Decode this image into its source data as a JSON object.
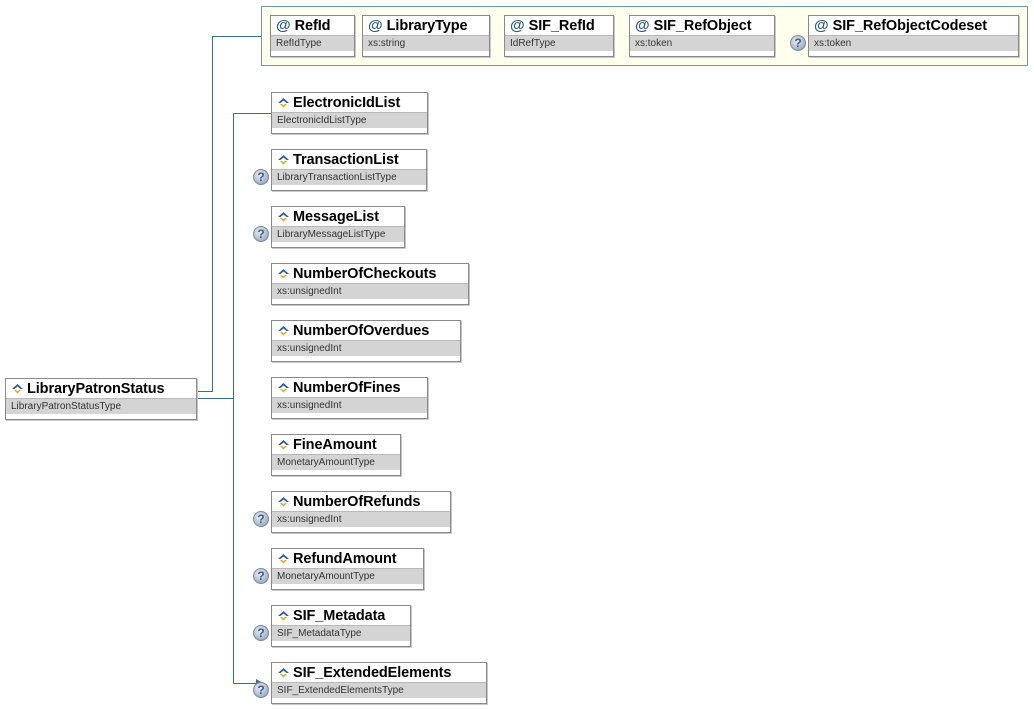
{
  "root": {
    "name": "LibraryPatronStatus",
    "type": "LibraryPatronStatusType"
  },
  "attributes": [
    {
      "name": "RefId",
      "type": "RefIdType",
      "optional": false
    },
    {
      "name": "LibraryType",
      "type": "xs:string",
      "optional": false
    },
    {
      "name": "SIF_RefId",
      "type": "IdRefType",
      "optional": false
    },
    {
      "name": "SIF_RefObject",
      "type": "xs:token",
      "optional": false
    },
    {
      "name": "SIF_RefObjectCodeset",
      "type": "xs:token",
      "optional": true
    }
  ],
  "elements": [
    {
      "name": "ElectronicIdList",
      "type": "ElectronicIdListType",
      "optional": false
    },
    {
      "name": "TransactionList",
      "type": "LibraryTransactionListType",
      "optional": true
    },
    {
      "name": "MessageList",
      "type": "LibraryMessageListType",
      "optional": true
    },
    {
      "name": "NumberOfCheckouts",
      "type": "xs:unsignedInt",
      "optional": false
    },
    {
      "name": "NumberOfOverdues",
      "type": "xs:unsignedInt",
      "optional": false
    },
    {
      "name": "NumberOfFines",
      "type": "xs:unsignedInt",
      "optional": false
    },
    {
      "name": "FineAmount",
      "type": "MonetaryAmountType",
      "optional": false
    },
    {
      "name": "NumberOfRefunds",
      "type": "xs:unsignedInt",
      "optional": true
    },
    {
      "name": "RefundAmount",
      "type": "MonetaryAmountType",
      "optional": true
    },
    {
      "name": "SIF_Metadata",
      "type": "SIF_MetadataType",
      "optional": true
    },
    {
      "name": "SIF_ExtendedElements",
      "type": "SIF_ExtendedElementsType",
      "optional": true
    }
  ],
  "icons": {
    "element": "element-diamond-icon",
    "attribute": "attribute-at-icon",
    "optional": "optional-question-icon"
  },
  "colors": {
    "connector": "#3a6e96",
    "group_border": "#6e9aa0",
    "group_fill": "#ffffee",
    "type_bar": "#d4d4d4"
  }
}
